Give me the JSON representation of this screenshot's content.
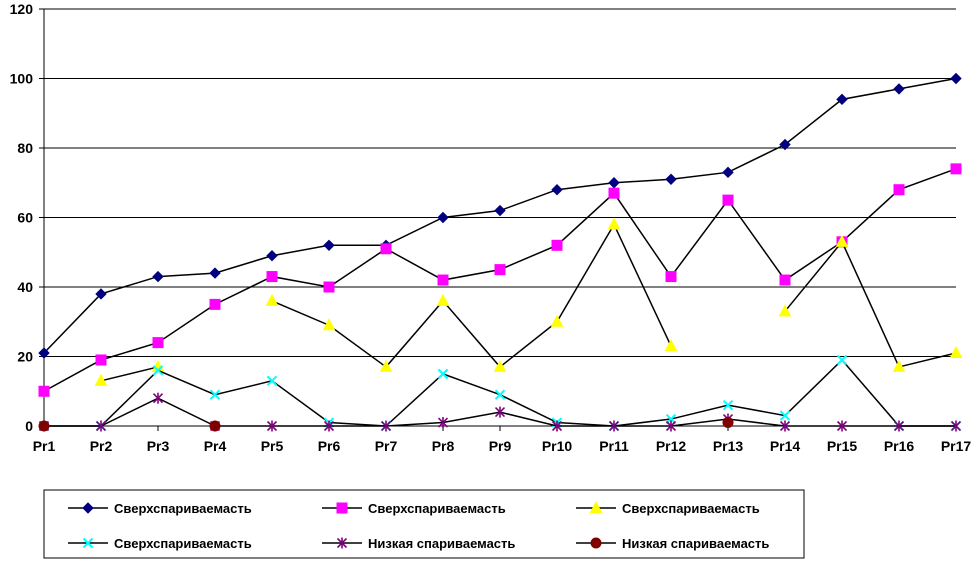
{
  "chart_data": {
    "type": "line",
    "categories": [
      "Pr1",
      "Pr2",
      "Pr3",
      "Pr4",
      "Pr5",
      "Pr6",
      "Pr7",
      "Pr8",
      "Pr9",
      "Pr10",
      "Pr11",
      "Pr12",
      "Pr13",
      "Pr14",
      "Pr15",
      "Pr16",
      "Pr17"
    ],
    "ylim": [
      0,
      120
    ],
    "yticks": [
      "0",
      "20",
      "40",
      "60",
      "80",
      "100",
      "120"
    ],
    "grid": true,
    "legend_position": "bottom",
    "series": [
      {
        "name": "Сверхспариваемасть",
        "color": "#000080",
        "marker": "diamond",
        "values": [
          21,
          38,
          43,
          44,
          49,
          52,
          52,
          60,
          62,
          68,
          70,
          71,
          73,
          81,
          94,
          97,
          100
        ]
      },
      {
        "name": "Сверхспариваемасть",
        "color": "#FF00FF",
        "marker": "square",
        "values": [
          10,
          19,
          24,
          35,
          43,
          40,
          51,
          42,
          45,
          52,
          67,
          43,
          65,
          42,
          53,
          68,
          74
        ]
      },
      {
        "name": "Сверхспариваемасть",
        "color": "#FFFF00",
        "marker": "triangle",
        "values": [
          null,
          13,
          17,
          null,
          36,
          29,
          17,
          36,
          17,
          30,
          58,
          23,
          null,
          33,
          53,
          17,
          21
        ]
      },
      {
        "name": "Сверхспариваемасть",
        "color": "#00FFFF",
        "marker": "x",
        "values": [
          0,
          0,
          16,
          9,
          13,
          1,
          0,
          15,
          9,
          1,
          0,
          2,
          6,
          3,
          19,
          0,
          0
        ]
      },
      {
        "name": "Низкая спариваемасть",
        "color": "#800080",
        "marker": "star",
        "values": [
          0,
          0,
          8,
          0,
          0,
          0,
          0,
          1,
          4,
          0,
          0,
          0,
          2,
          0,
          0,
          0,
          0
        ]
      },
      {
        "name": "Низкая спариваемасть",
        "color": "#800000",
        "marker": "circle",
        "values": [
          0,
          null,
          null,
          0,
          null,
          null,
          null,
          null,
          null,
          null,
          null,
          null,
          1,
          null,
          null,
          null,
          null
        ]
      }
    ]
  }
}
